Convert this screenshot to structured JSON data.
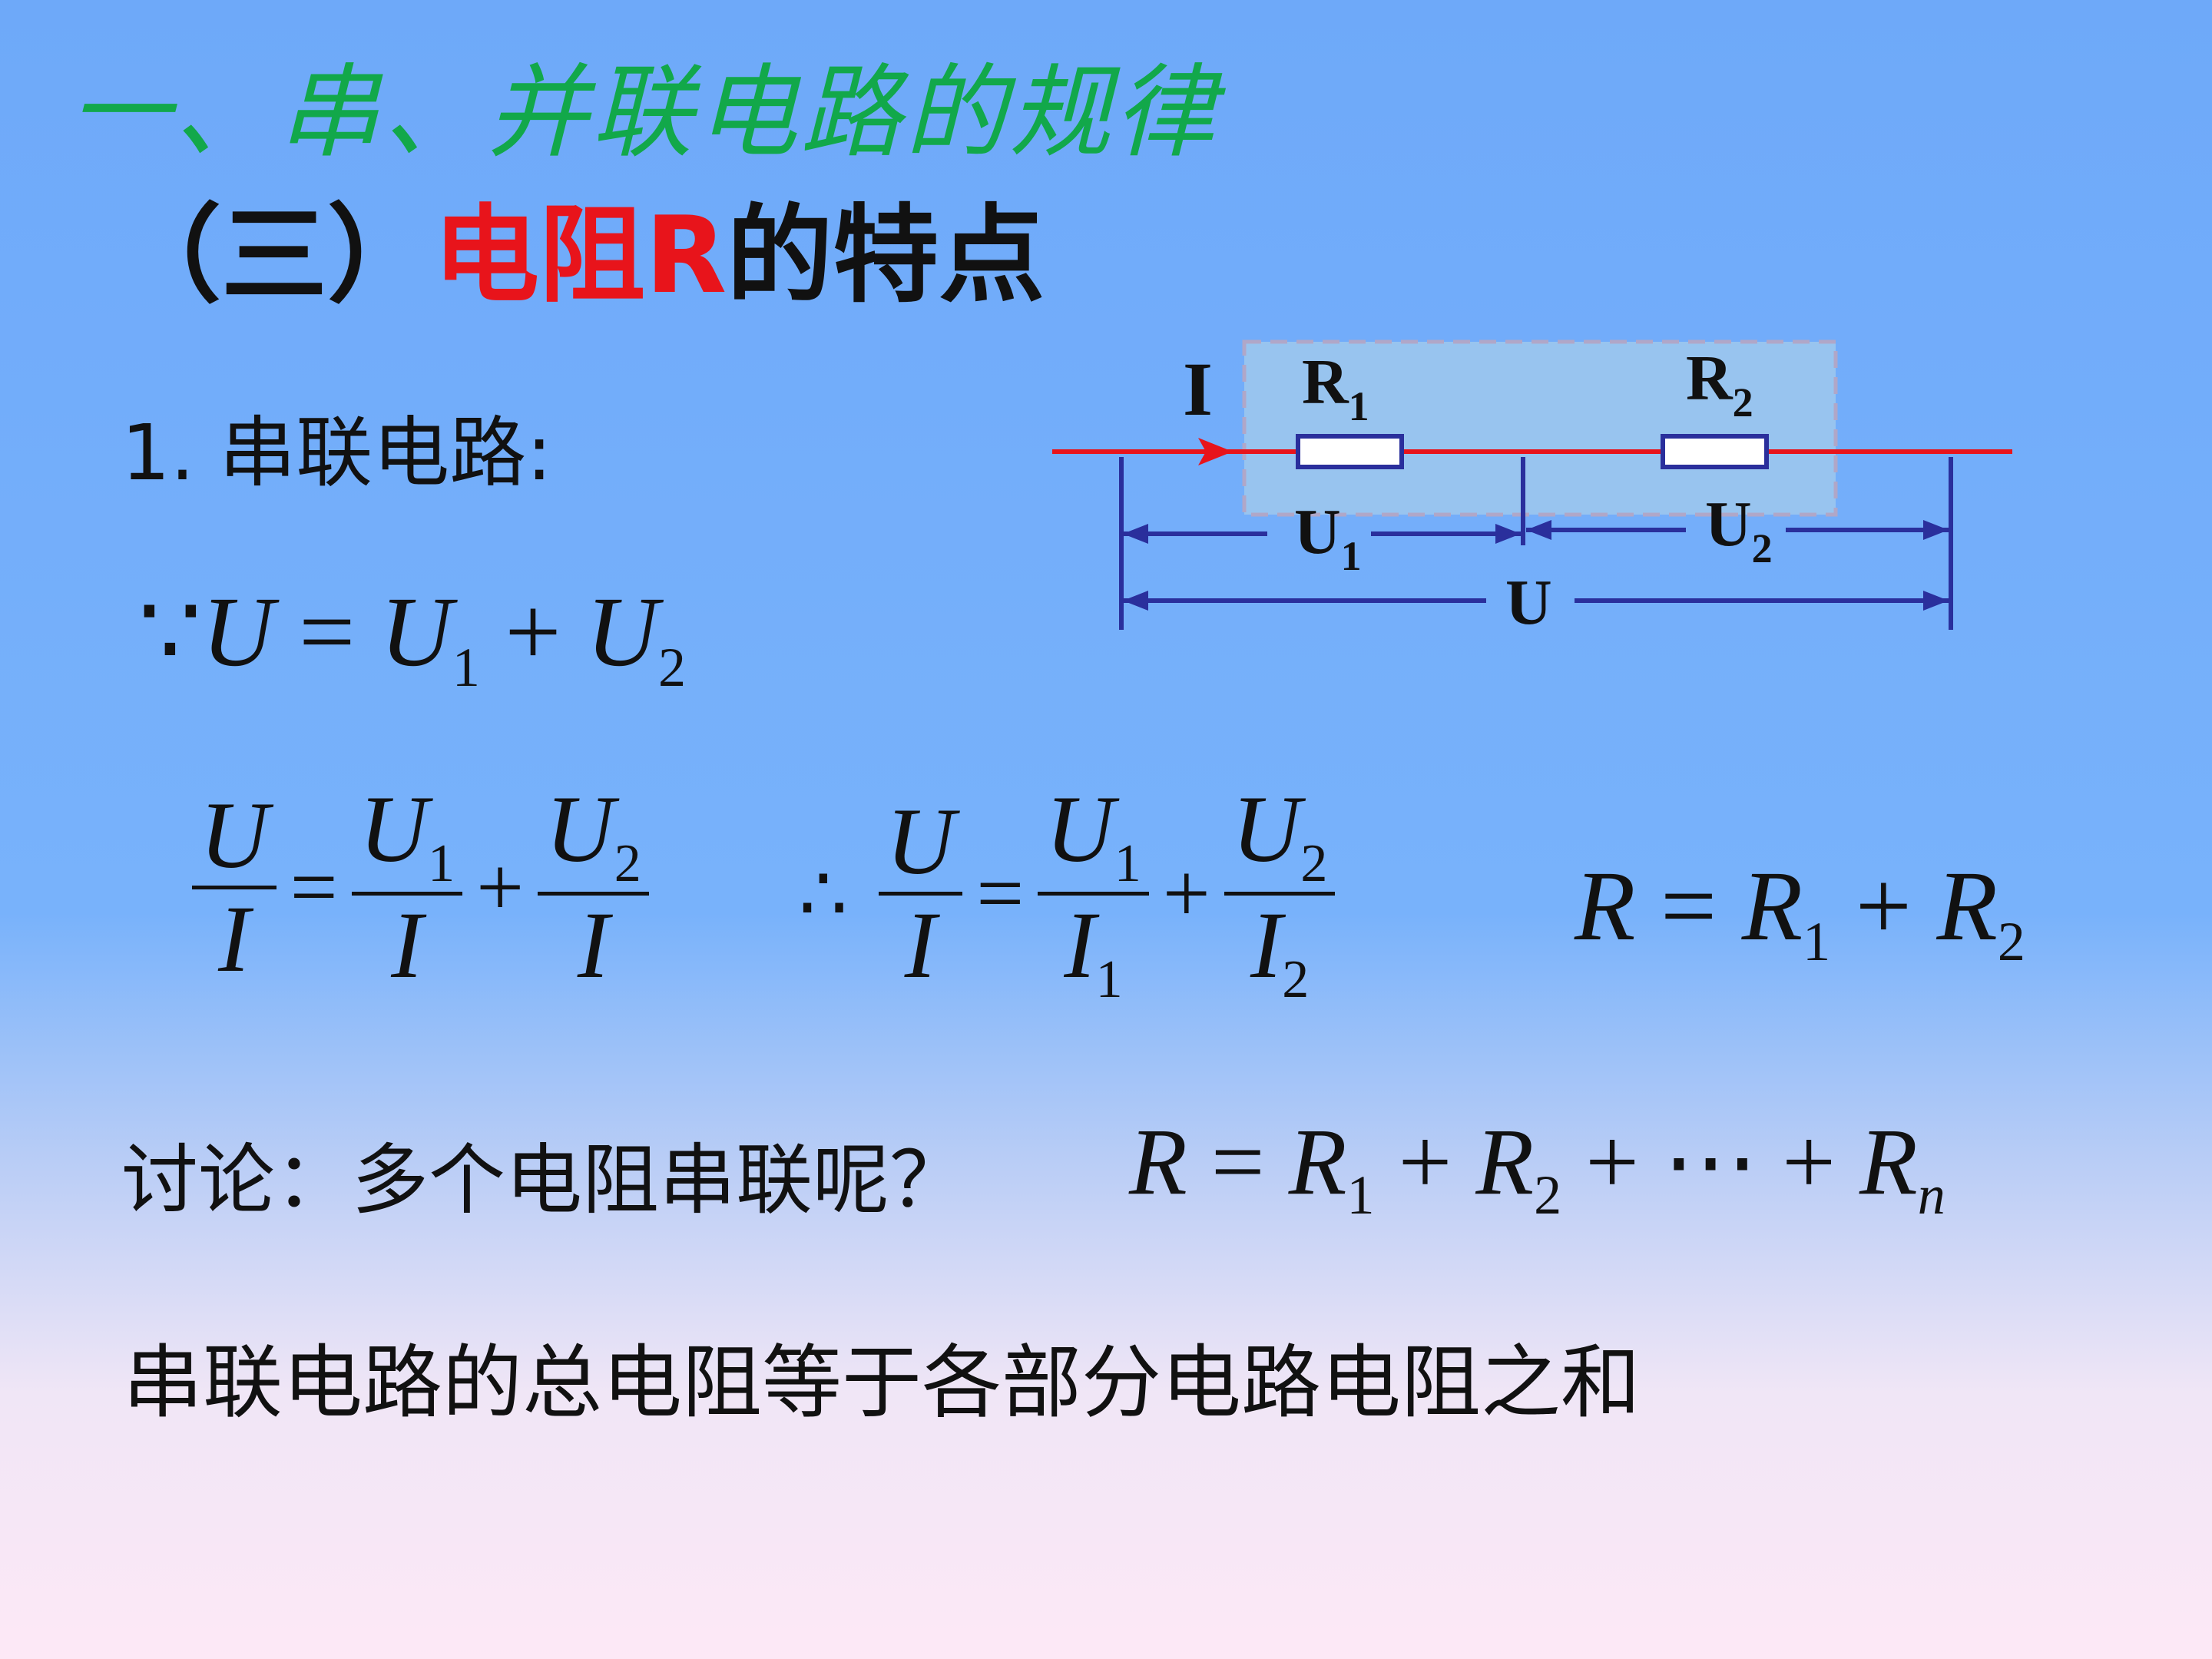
{
  "slide": {
    "title": "一、串、并联电路的规律",
    "subtitle": {
      "prefix": "（三）",
      "highlight": "电阻R",
      "suffix": "的特点"
    },
    "series_heading": "1. 串联电路:",
    "voltage_equation": {
      "because": "∵",
      "U": "U",
      "U1": "U",
      "U1_sub": "1",
      "U2": "U",
      "U2_sub": "2",
      "eq": "=",
      "plus": "+"
    },
    "fraction_eq_1": {
      "lhs_num": "U",
      "lhs_den": "I",
      "t1_num": "U",
      "t1_num_sub": "1",
      "t1_den": "I",
      "t2_num": "U",
      "t2_num_sub": "2",
      "t2_den": "I",
      "eq": "=",
      "plus": "+"
    },
    "fraction_eq_2": {
      "therefore": "∴",
      "lhs_num": "U",
      "lhs_den": "I",
      "t1_num": "U",
      "t1_num_sub": "1",
      "t1_den": "I",
      "t1_den_sub": "1",
      "t2_num": "U",
      "t2_num_sub": "2",
      "t2_den": "I",
      "t2_den_sub": "2",
      "eq": "=",
      "plus": "+"
    },
    "resistance_sum": {
      "R": "R",
      "R1": "R",
      "R1_sub": "1",
      "R2": "R",
      "R2_sub": "2",
      "eq": "=",
      "plus": "+"
    },
    "discussion_label": "讨论：多个电阻串联呢？",
    "general_sum": {
      "R": "R",
      "R1": "R",
      "R1_sub": "1",
      "R2": "R",
      "R2_sub": "2",
      "dots": "⋯",
      "Rn": "R",
      "Rn_sub": "n",
      "eq": "=",
      "plus": "+"
    },
    "conclusion": "串联电路的总电阻等于各部分电路电阻之和"
  },
  "circuit": {
    "current_label": "I",
    "resistor1_label": "R",
    "resistor1_sub": "1",
    "resistor2_label": "R",
    "resistor2_sub": "2",
    "voltage1_label": "U",
    "voltage1_sub": "1",
    "voltage2_label": "U",
    "voltage2_sub": "2",
    "total_voltage_label": "U",
    "wire_color": "#e8141b",
    "measure_color": "#2a2f9c",
    "box_fill": "#98c4ef"
  }
}
